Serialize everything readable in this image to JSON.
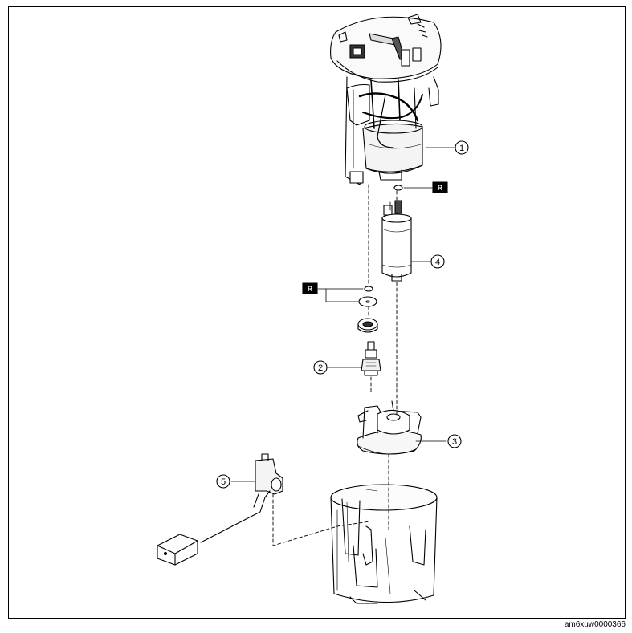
{
  "callouts": {
    "c1": "1",
    "c2": "2",
    "c3": "3",
    "c4": "4",
    "c5": "5"
  },
  "replace_badge": "R",
  "figure_code": "am6xuw0000366"
}
